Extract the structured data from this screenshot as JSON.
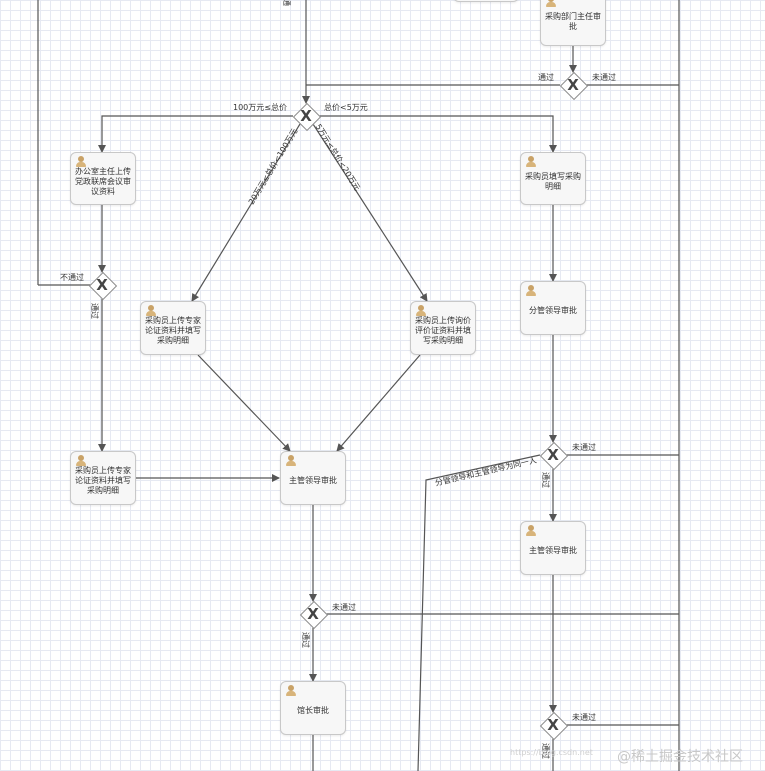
{
  "tasks": {
    "t_top": "",
    "t_dept": "采购部门主任审批",
    "t_office": "办公室主任上传党政联席会议审议资料",
    "t_buyer_fill": "采购员填写采购明细",
    "t_expert_left": "采购员上传专家论证资料并填写采购明细",
    "t_inquiry": "采购员上传询价评价证资料并填写采购明细",
    "t_fen_leader": "分管领导审批",
    "t_expert_low": "采购员上传专家论证资料并填写采购明细",
    "t_main_center": "主管领导审批",
    "t_main_right": "主管领导审批",
    "t_dean": "馆长审批"
  },
  "labels": {
    "l_top_pass": "通过",
    "l_top_fail": "未通过",
    "l_over100": "100万元≤总价",
    "l_under5": "总价<5万元",
    "l_20to100": "20万元≤总价<100万元",
    "l_5to20": "5万元≤总价<20万元",
    "l_left_fail": "不通过",
    "l_left_pass": "通过",
    "l_right_fail": "未通过",
    "l_right_pass": "通过",
    "l_same_person": "分管领导和主管领导为同一人",
    "l_center_fail": "未通过",
    "l_center_pass": "通过",
    "l_bottom_fail": "未通过",
    "l_bottom_pass": "通过",
    "l_top_cut": "通"
  },
  "watermark": {
    "text": "@稀土掘金技术社区",
    "sub": "https://blog.csdn.net"
  },
  "gateway_symbol": "X"
}
